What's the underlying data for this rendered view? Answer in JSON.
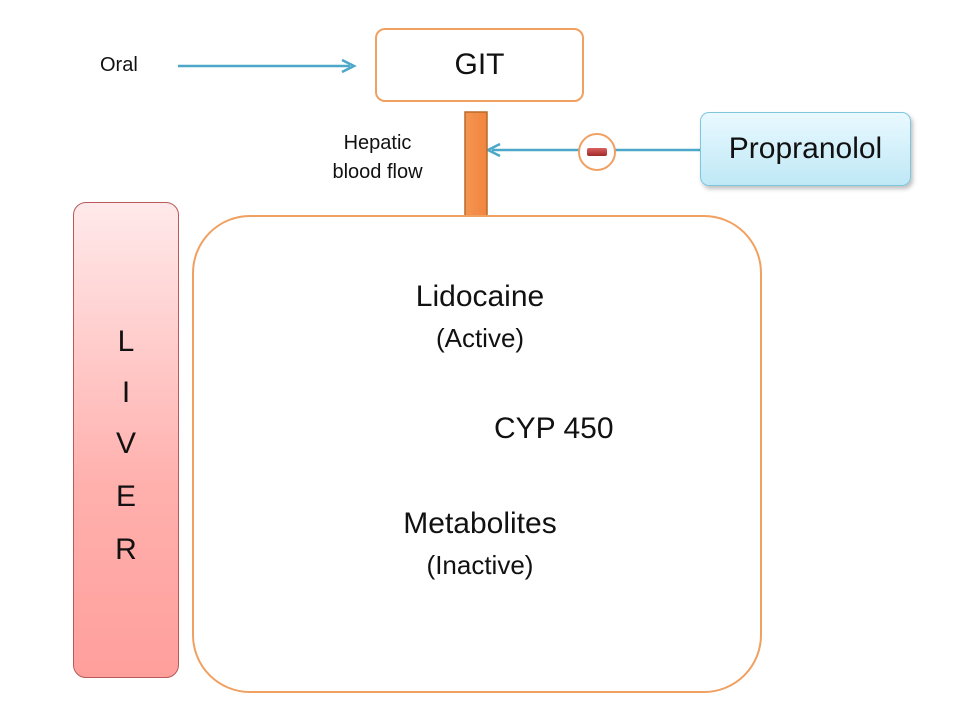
{
  "oral": {
    "label": "Oral"
  },
  "git": {
    "label": "GIT"
  },
  "hepatic_flow": {
    "line1": "Hepatic",
    "line2": "blood flow"
  },
  "propranolol": {
    "label": "Propranolol"
  },
  "inhibition": {
    "icon": "minus-icon",
    "color": "#b83232"
  },
  "liver": {
    "letters": [
      "L",
      "I",
      "V",
      "E",
      "R"
    ]
  },
  "lidocaine": {
    "name": "Lidocaine",
    "status": "(Active)"
  },
  "enzyme": {
    "label": "CYP 450"
  },
  "metabolites": {
    "name": "Metabolites",
    "status": "(Inactive)"
  },
  "colors": {
    "arrow_blue": "#4ba8c8",
    "orange_border": "#f0a060",
    "flow_arrow": "#f0843a",
    "liver_fill": "#ffb0ad"
  }
}
